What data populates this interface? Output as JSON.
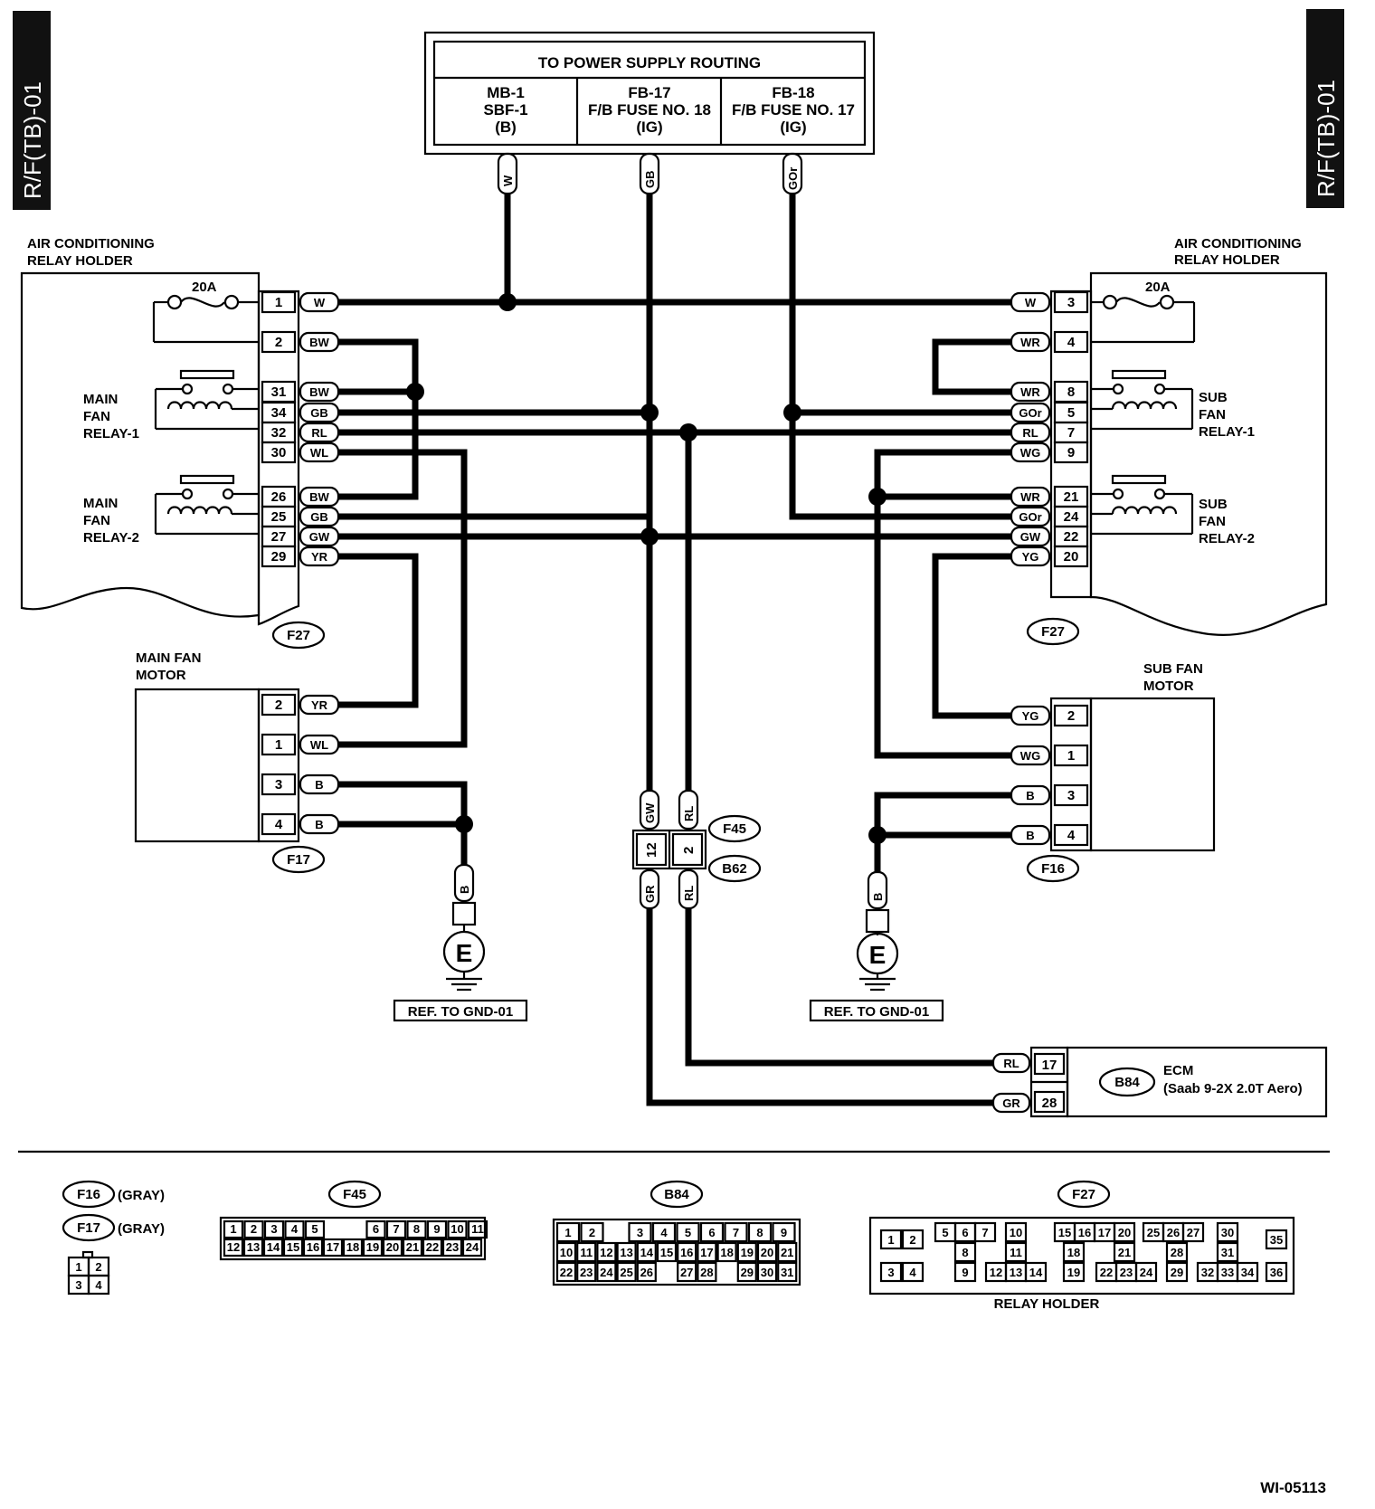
{
  "page_code": "R/F(TB)-01",
  "figure_id": "WI-05113",
  "power_supply": {
    "title": "TO POWER SUPPLY ROUTING",
    "cells": [
      [
        "MB-1",
        "SBF-1",
        "(B)"
      ],
      [
        "FB-17",
        "F/B FUSE NO. 18",
        "(IG)"
      ],
      [
        "FB-18",
        "F/B FUSE NO. 17",
        "(IG)"
      ]
    ],
    "wires": [
      "W",
      "GB",
      "GOr"
    ]
  },
  "left_relay_holder": {
    "title": [
      "AIR CONDITIONING",
      "RELAY HOLDER"
    ],
    "fuse": "20A",
    "relays": [
      [
        "MAIN",
        "FAN",
        "RELAY-1"
      ],
      [
        "MAIN",
        "FAN",
        "RELAY-2"
      ]
    ],
    "connector": "F27",
    "pins": [
      {
        "pin": "1",
        "wire": "W"
      },
      {
        "pin": "2",
        "wire": "BW"
      },
      {
        "pin": "31",
        "wire": "BW"
      },
      {
        "pin": "34",
        "wire": "GB"
      },
      {
        "pin": "32",
        "wire": "RL"
      },
      {
        "pin": "30",
        "wire": "WL"
      },
      {
        "pin": "26",
        "wire": "BW"
      },
      {
        "pin": "25",
        "wire": "GB"
      },
      {
        "pin": "27",
        "wire": "GW"
      },
      {
        "pin": "29",
        "wire": "YR"
      }
    ]
  },
  "right_relay_holder": {
    "title": [
      "AIR CONDITIONING",
      "RELAY HOLDER"
    ],
    "fuse": "20A",
    "relays": [
      [
        "SUB",
        "FAN",
        "RELAY-1"
      ],
      [
        "SUB",
        "FAN",
        "RELAY-2"
      ]
    ],
    "connector": "F27",
    "pins": [
      {
        "pin": "3",
        "wire": "W"
      },
      {
        "pin": "4",
        "wire": "WR"
      },
      {
        "pin": "8",
        "wire": "WR"
      },
      {
        "pin": "5",
        "wire": "GOr"
      },
      {
        "pin": "7",
        "wire": "RL"
      },
      {
        "pin": "9",
        "wire": "WG"
      },
      {
        "pin": "21",
        "wire": "WR"
      },
      {
        "pin": "24",
        "wire": "GOr"
      },
      {
        "pin": "22",
        "wire": "GW"
      },
      {
        "pin": "20",
        "wire": "YG"
      }
    ]
  },
  "main_fan_motor": {
    "title": [
      "MAIN FAN",
      "MOTOR"
    ],
    "connector": "F17",
    "pins": [
      {
        "pin": "2",
        "wire": "YR"
      },
      {
        "pin": "1",
        "wire": "WL"
      },
      {
        "pin": "3",
        "wire": "B"
      },
      {
        "pin": "4",
        "wire": "B"
      }
    ]
  },
  "sub_fan_motor": {
    "title": [
      "SUB FAN",
      "MOTOR"
    ],
    "connector": "F16",
    "pins": [
      {
        "pin": "2",
        "wire": "YG"
      },
      {
        "pin": "1",
        "wire": "WG"
      },
      {
        "pin": "3",
        "wire": "B"
      },
      {
        "pin": "4",
        "wire": "B"
      }
    ]
  },
  "junction": {
    "upper_connector": "F45",
    "lower_connector": "B62",
    "pins": [
      "12",
      "2"
    ],
    "upper_wires": [
      "GW",
      "RL"
    ],
    "lower_wires": [
      "GR",
      "RL"
    ]
  },
  "grounds": [
    {
      "wire": "B",
      "symbol": "E",
      "ref": "REF. TO GND-01"
    },
    {
      "wire": "B",
      "symbol": "E",
      "ref": "REF. TO GND-01"
    }
  ],
  "ecm": {
    "connector": "B84",
    "name": "ECM",
    "model": "(Saab 9-2X 2.0T Aero)",
    "pins": [
      {
        "pin": "17",
        "wire": "RL"
      },
      {
        "pin": "28",
        "wire": "GR"
      }
    ]
  },
  "legend": {
    "f16": "F16",
    "f16_color": "(GRAY)",
    "f17": "F17",
    "f17_color": "(GRAY)",
    "f45": "F45",
    "b84": "B84",
    "f27": "F27",
    "relay_holder_label": "RELAY HOLDER",
    "f16_pins": [
      "1",
      "2",
      "3",
      "4"
    ],
    "f45_row1": [
      "1",
      "2",
      "3",
      "4",
      "5",
      "6",
      "7",
      "8",
      "9",
      "10",
      "11"
    ],
    "f45_row2": [
      "12",
      "13",
      "14",
      "15",
      "16",
      "17",
      "18",
      "19",
      "20",
      "21",
      "22",
      "23",
      "24"
    ],
    "b84_row1": [
      "1",
      "2",
      "3",
      "4",
      "5",
      "6",
      "7",
      "8",
      "9"
    ],
    "b84_row2": [
      "10",
      "11",
      "12",
      "13",
      "14",
      "15",
      "16",
      "17",
      "18",
      "19",
      "20",
      "21"
    ],
    "b84_row3": [
      "22",
      "23",
      "24",
      "25",
      "26",
      "27",
      "28",
      "29",
      "30",
      "31"
    ],
    "f27_pins": [
      "1",
      "2",
      "3",
      "4",
      "5",
      "6",
      "7",
      "8",
      "9",
      "10",
      "11",
      "12",
      "13",
      "14",
      "15",
      "16",
      "17",
      "18",
      "19",
      "20",
      "21",
      "22",
      "23",
      "24",
      "25",
      "26",
      "27",
      "28",
      "29",
      "30",
      "31",
      "32",
      "33",
      "34",
      "35",
      "36"
    ]
  }
}
